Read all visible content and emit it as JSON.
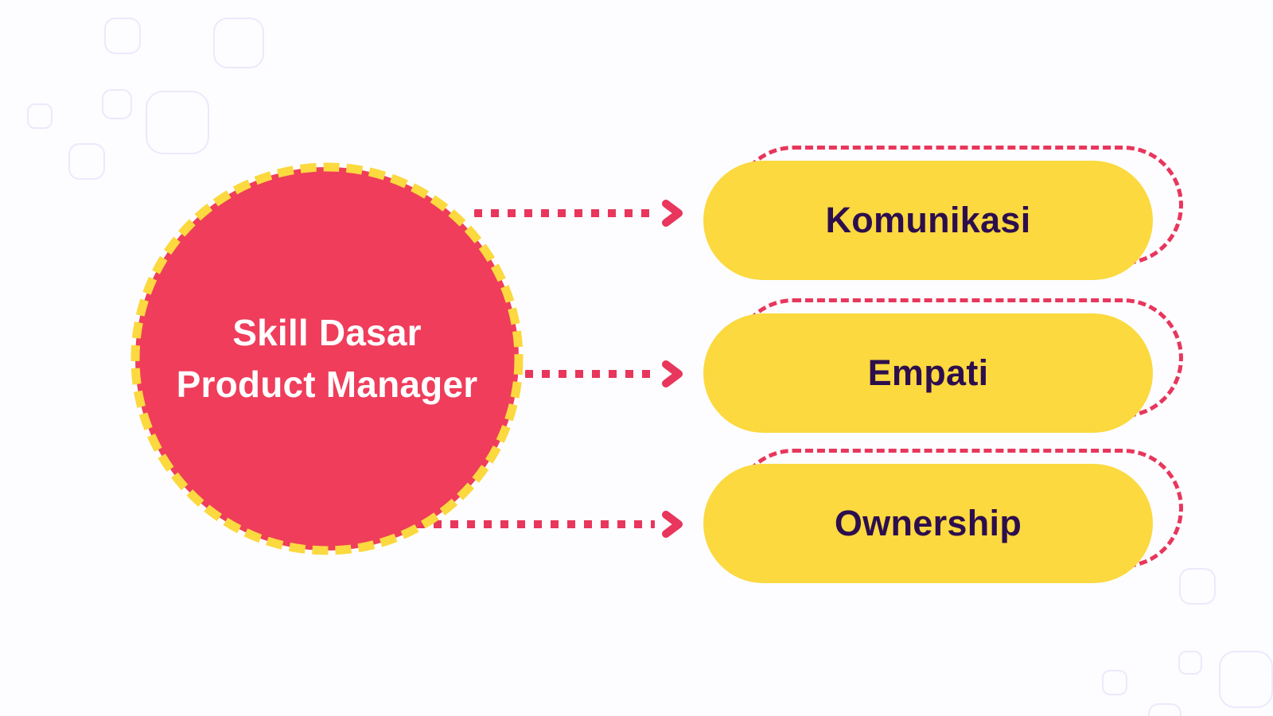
{
  "diagram": {
    "type": "hub-and-spoke",
    "title": "Skill Dasar Product Manager",
    "hub": {
      "line1": "Skill Dasar",
      "line2": "Product Manager",
      "fill_color": "#ef3d5b",
      "border_color": "#fbd93f",
      "text_color": "#ffffff",
      "border_style": "dashed"
    },
    "nodes": [
      {
        "label": "Komunikasi",
        "fill_color": "#fbd93f",
        "text_color": "#2d0e4d",
        "outline_color": "#e8365c"
      },
      {
        "label": "Empati",
        "fill_color": "#fbd93f",
        "text_color": "#2d0e4d",
        "outline_color": "#e8365c"
      },
      {
        "label": "Ownership",
        "fill_color": "#fbd93f",
        "text_color": "#2d0e4d",
        "outline_color": "#e8365c"
      }
    ],
    "connectors": [
      {
        "from": "hub",
        "to": "Komunikasi",
        "style": "dotted-arrow",
        "color": "#e8365c"
      },
      {
        "from": "hub",
        "to": "Empati",
        "style": "dotted-arrow",
        "color": "#e8365c"
      },
      {
        "from": "hub",
        "to": "Ownership",
        "style": "dotted-arrow",
        "color": "#e8365c"
      }
    ],
    "background": {
      "page_color": "#fdfdff",
      "decor_color": "#ece9fb"
    }
  }
}
